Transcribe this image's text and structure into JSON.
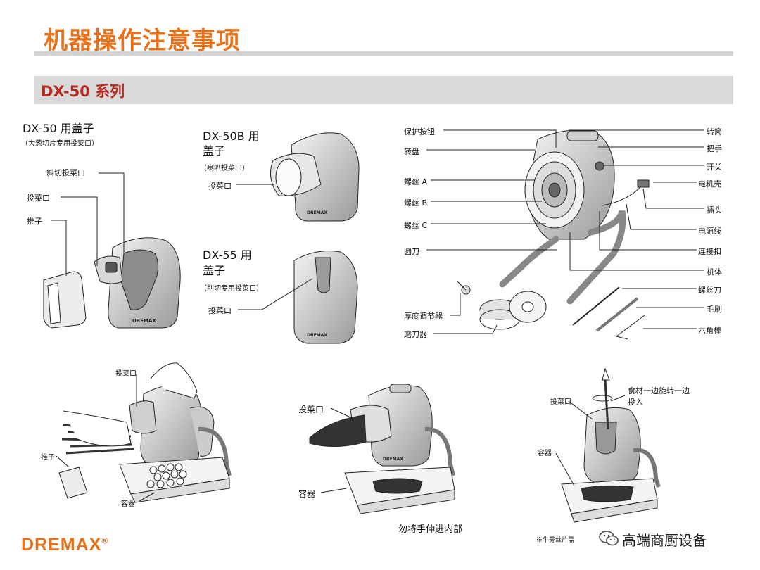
{
  "page": {
    "title": "机器操作注意事项",
    "section": "DX-50 系列",
    "brand": "DREMAX",
    "brand_mark": "®",
    "watermark": "高端商厨设备",
    "device_text": "DREMAX"
  },
  "cover_dx50": {
    "heading": "DX-50 用盖子",
    "note": "（大葱切片专用投菜口）",
    "labels": [
      "斜切投菜口",
      "投菜口",
      "推子"
    ]
  },
  "cover_dx50b": {
    "heading_1": "DX-50B 用",
    "heading_2": "盖子",
    "note": "（喇叭投菜口）",
    "label": "投菜口"
  },
  "cover_dx55": {
    "heading_1": "DX-55 用",
    "heading_2": "盖子",
    "note": "（削切专用投菜口）",
    "label": "投菜口"
  },
  "parts_left": [
    "保护按钮",
    "转盘",
    "螺丝 A",
    "螺丝 B",
    "螺丝 C",
    "圆刀",
    "厚度调节器",
    "磨刀器"
  ],
  "parts_right": [
    "转筒",
    "把手",
    "开关",
    "电机壳",
    "插头",
    "电源线",
    "连接扣",
    "机体",
    "螺丝刀",
    "毛刷",
    "六角棒"
  ],
  "usage_1": {
    "labels": [
      "投菜口",
      "推子",
      "容器"
    ]
  },
  "usage_2": {
    "labels": [
      "投菜口",
      "容器"
    ],
    "caption": "勿将手伸进内部"
  },
  "usage_3": {
    "labels": [
      "投菜口",
      "容器"
    ],
    "note_1": "食材一边旋转一边",
    "note_2": "投入",
    "footnote": "※牛蒡丝片需"
  }
}
